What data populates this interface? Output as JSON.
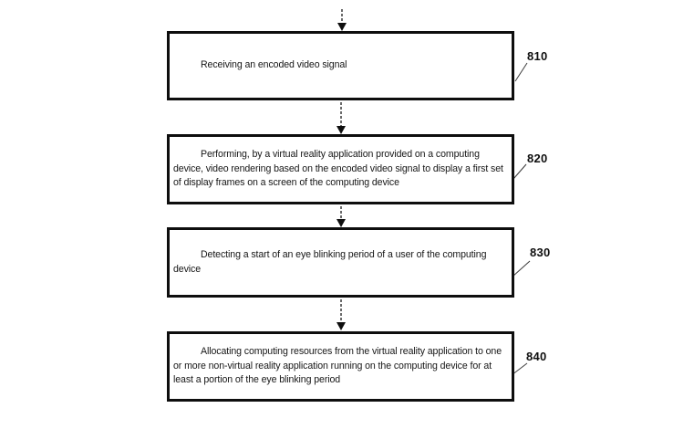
{
  "figure": {
    "background_color": "#ffffff",
    "line_color": "#2a2a2a",
    "box_border_color": "#0e0e0e",
    "text_color": "#161616"
  },
  "steps": [
    {
      "ref": "810",
      "lines": [
        "Receiving an encoded video signal"
      ]
    },
    {
      "ref": "820",
      "lines": [
        "Performing, by a virtual reality application provided on a computing",
        "device, video rendering based on the encoded video signal to display a first set",
        "of display frames on a screen of the computing device"
      ]
    },
    {
      "ref": "830",
      "lines": [
        "Detecting a start of an eye blinking period of a user of the computing",
        "device"
      ]
    },
    {
      "ref": "840",
      "lines": [
        "Allocating computing resources from the virtual reality application to one",
        "or more non-virtual reality application running on the computing device for at",
        "least a portion of the eye blinking period"
      ]
    }
  ]
}
